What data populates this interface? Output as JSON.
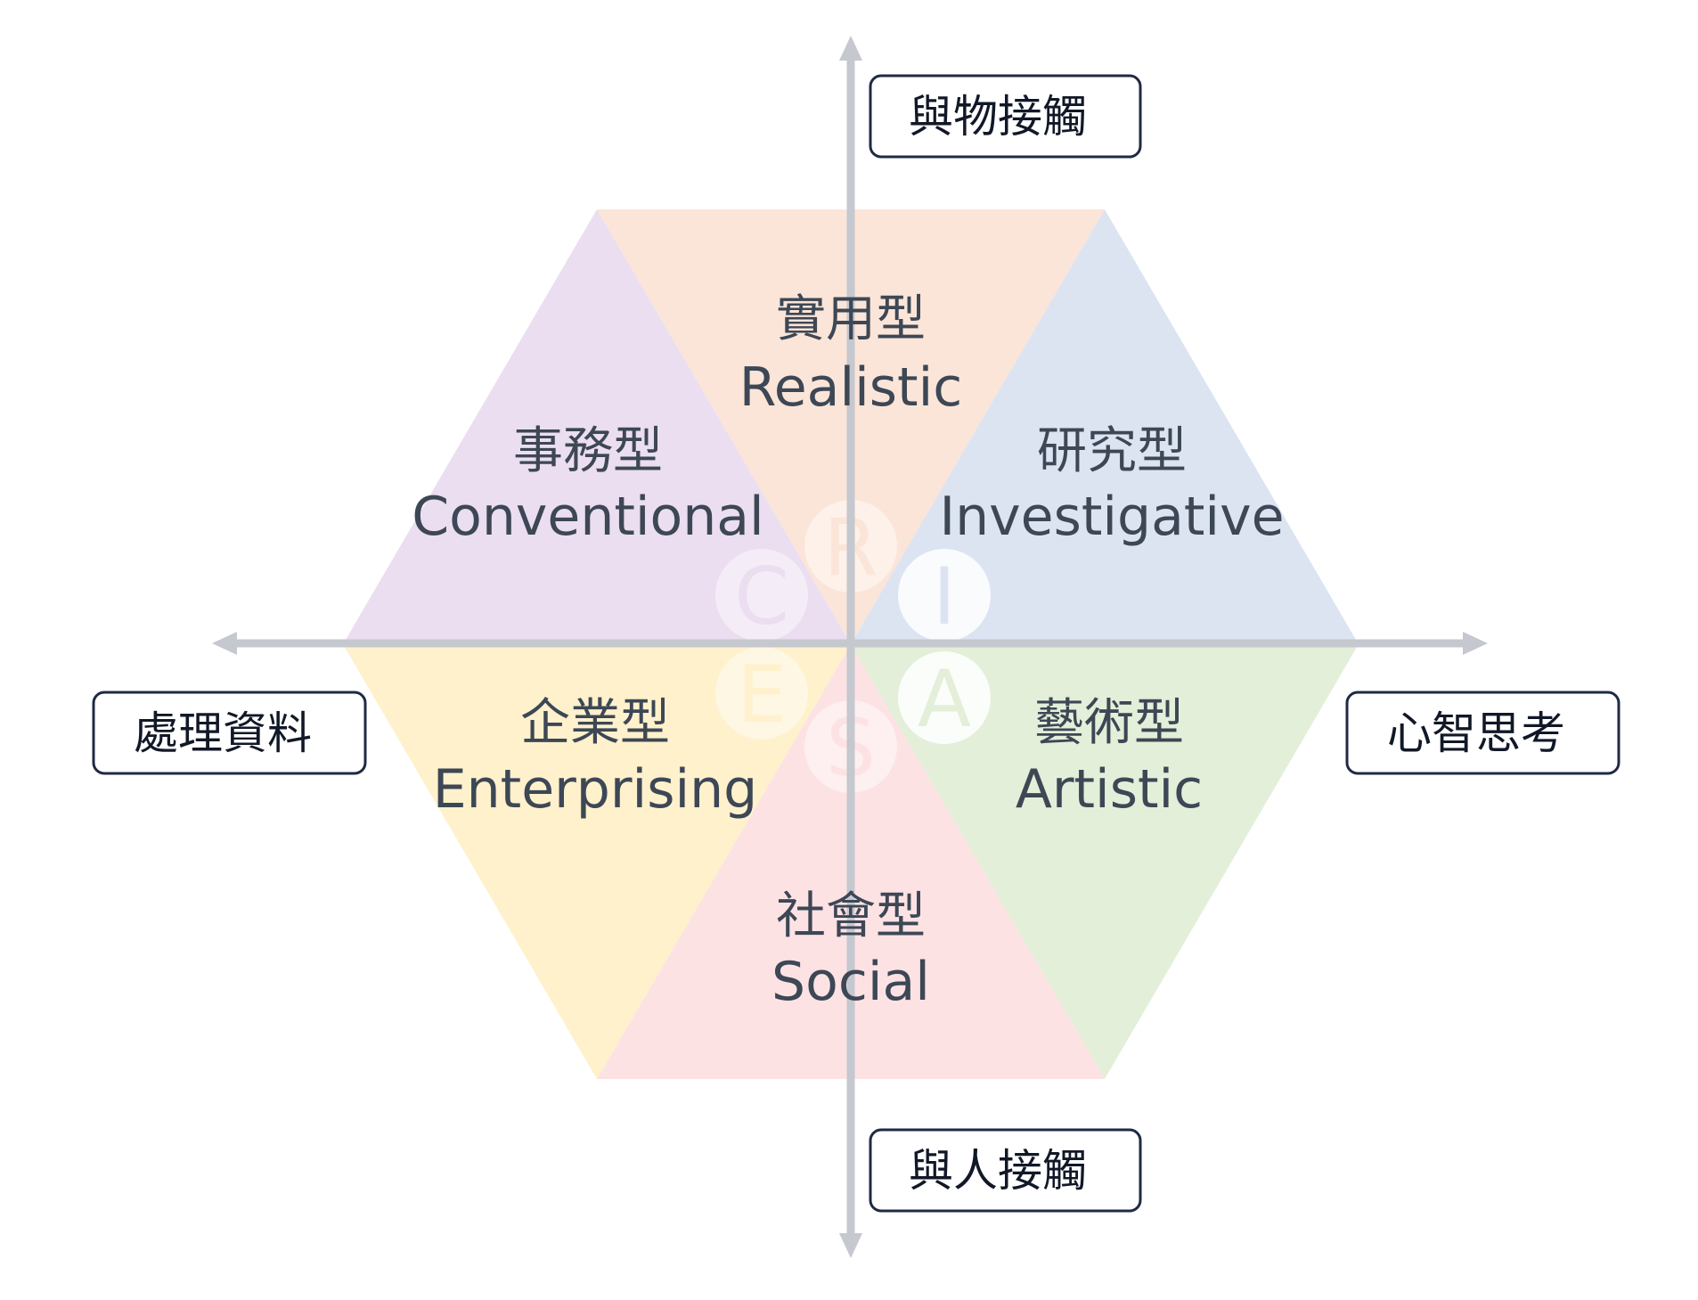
{
  "axes": {
    "top": "與物接觸",
    "bottom": "與人接觸",
    "left": "處理資料",
    "right": "心智思考"
  },
  "types": {
    "realistic": {
      "cn": "實用型",
      "en": "Realistic",
      "letter": "R",
      "color": "#fbe5d8"
    },
    "investigative": {
      "cn": "研究型",
      "en": "Investigative",
      "letter": "I",
      "color": "#dce4f2"
    },
    "artistic": {
      "cn": "藝術型",
      "en": "Artistic",
      "letter": "A",
      "color": "#e3efd9"
    },
    "social": {
      "cn": "社會型",
      "en": "Social",
      "letter": "S",
      "color": "#fde2e4"
    },
    "enterprising": {
      "cn": "企業型",
      "en": "Enterprising",
      "letter": "E",
      "color": "#fef1cc"
    },
    "conventional": {
      "cn": "事務型",
      "en": "Conventional",
      "letter": "C",
      "color": "#ebdef0"
    }
  },
  "colors": {
    "axis": "#c5c8ce",
    "box_border": "#1f2a44",
    "text": "#3d4755"
  }
}
